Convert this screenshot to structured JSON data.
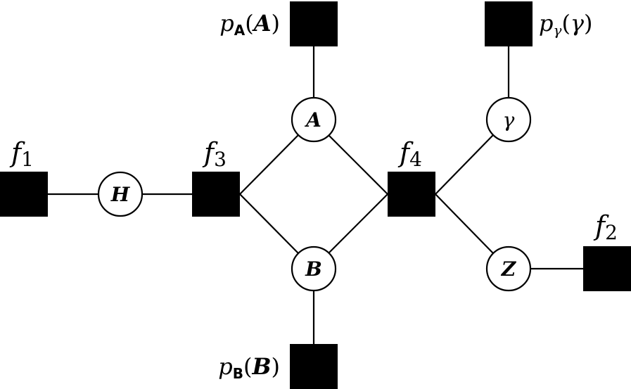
{
  "factors": {
    "f1": {
      "letter": "f",
      "sub": "1"
    },
    "f2": {
      "letter": "f",
      "sub": "2"
    },
    "f3": {
      "letter": "f",
      "sub": "3"
    },
    "f4": {
      "letter": "f",
      "sub": "4"
    },
    "pA": {
      "p": "p",
      "sub": "A",
      "open": "(",
      "arg": "A",
      "close": ")"
    },
    "pB": {
      "p": "p",
      "sub": "B",
      "open": "(",
      "arg": "B",
      "close": ")"
    },
    "pGamma": {
      "p": "p",
      "sub": "γ",
      "open": "(",
      "arg": "γ",
      "close": ")"
    }
  },
  "variables": {
    "H": "H",
    "A": "A",
    "B": "B",
    "gamma": "γ",
    "Z": "Z"
  }
}
